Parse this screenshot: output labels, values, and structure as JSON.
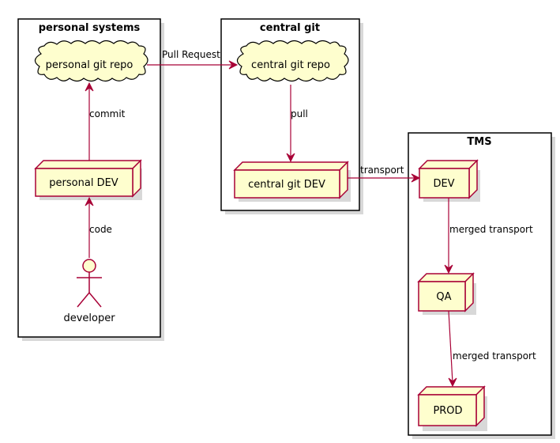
{
  "packages": {
    "personal": {
      "title": "personal systems"
    },
    "central": {
      "title": "central git"
    },
    "tms": {
      "title": "TMS"
    }
  },
  "nodes": {
    "personal_git_repo": {
      "label": "personal git repo",
      "shape": "cloud"
    },
    "personal_dev": {
      "label": "personal DEV",
      "shape": "node"
    },
    "developer": {
      "label": "developer",
      "shape": "actor"
    },
    "central_git_repo": {
      "label": "central git repo",
      "shape": "cloud"
    },
    "central_git_dev": {
      "label": "central git DEV",
      "shape": "node"
    },
    "tms_dev": {
      "label": "DEV",
      "shape": "node"
    },
    "tms_qa": {
      "label": "QA",
      "shape": "node"
    },
    "tms_prod": {
      "label": "PROD",
      "shape": "node"
    }
  },
  "edges": {
    "pull_request": {
      "label": "Pull Request",
      "from": "personal git repo",
      "to": "central git repo"
    },
    "commit": {
      "label": "commit",
      "from": "personal DEV",
      "to": "personal git repo"
    },
    "code": {
      "label": "code",
      "from": "developer",
      "to": "personal DEV"
    },
    "pull": {
      "label": "pull",
      "from": "central git repo",
      "to": "central git DEV"
    },
    "transport": {
      "label": "transport",
      "from": "central git DEV",
      "to": "DEV"
    },
    "merged_transport_1": {
      "label": "merged transport",
      "from": "DEV",
      "to": "QA"
    },
    "merged_transport_2": {
      "label": "merged transport",
      "from": "QA",
      "to": "PROD"
    }
  },
  "colors": {
    "node_fill": "#fefece",
    "node_border": "#a80036",
    "edge": "#a80036",
    "frame": "#000000",
    "shadow": "#d8d8d8"
  }
}
